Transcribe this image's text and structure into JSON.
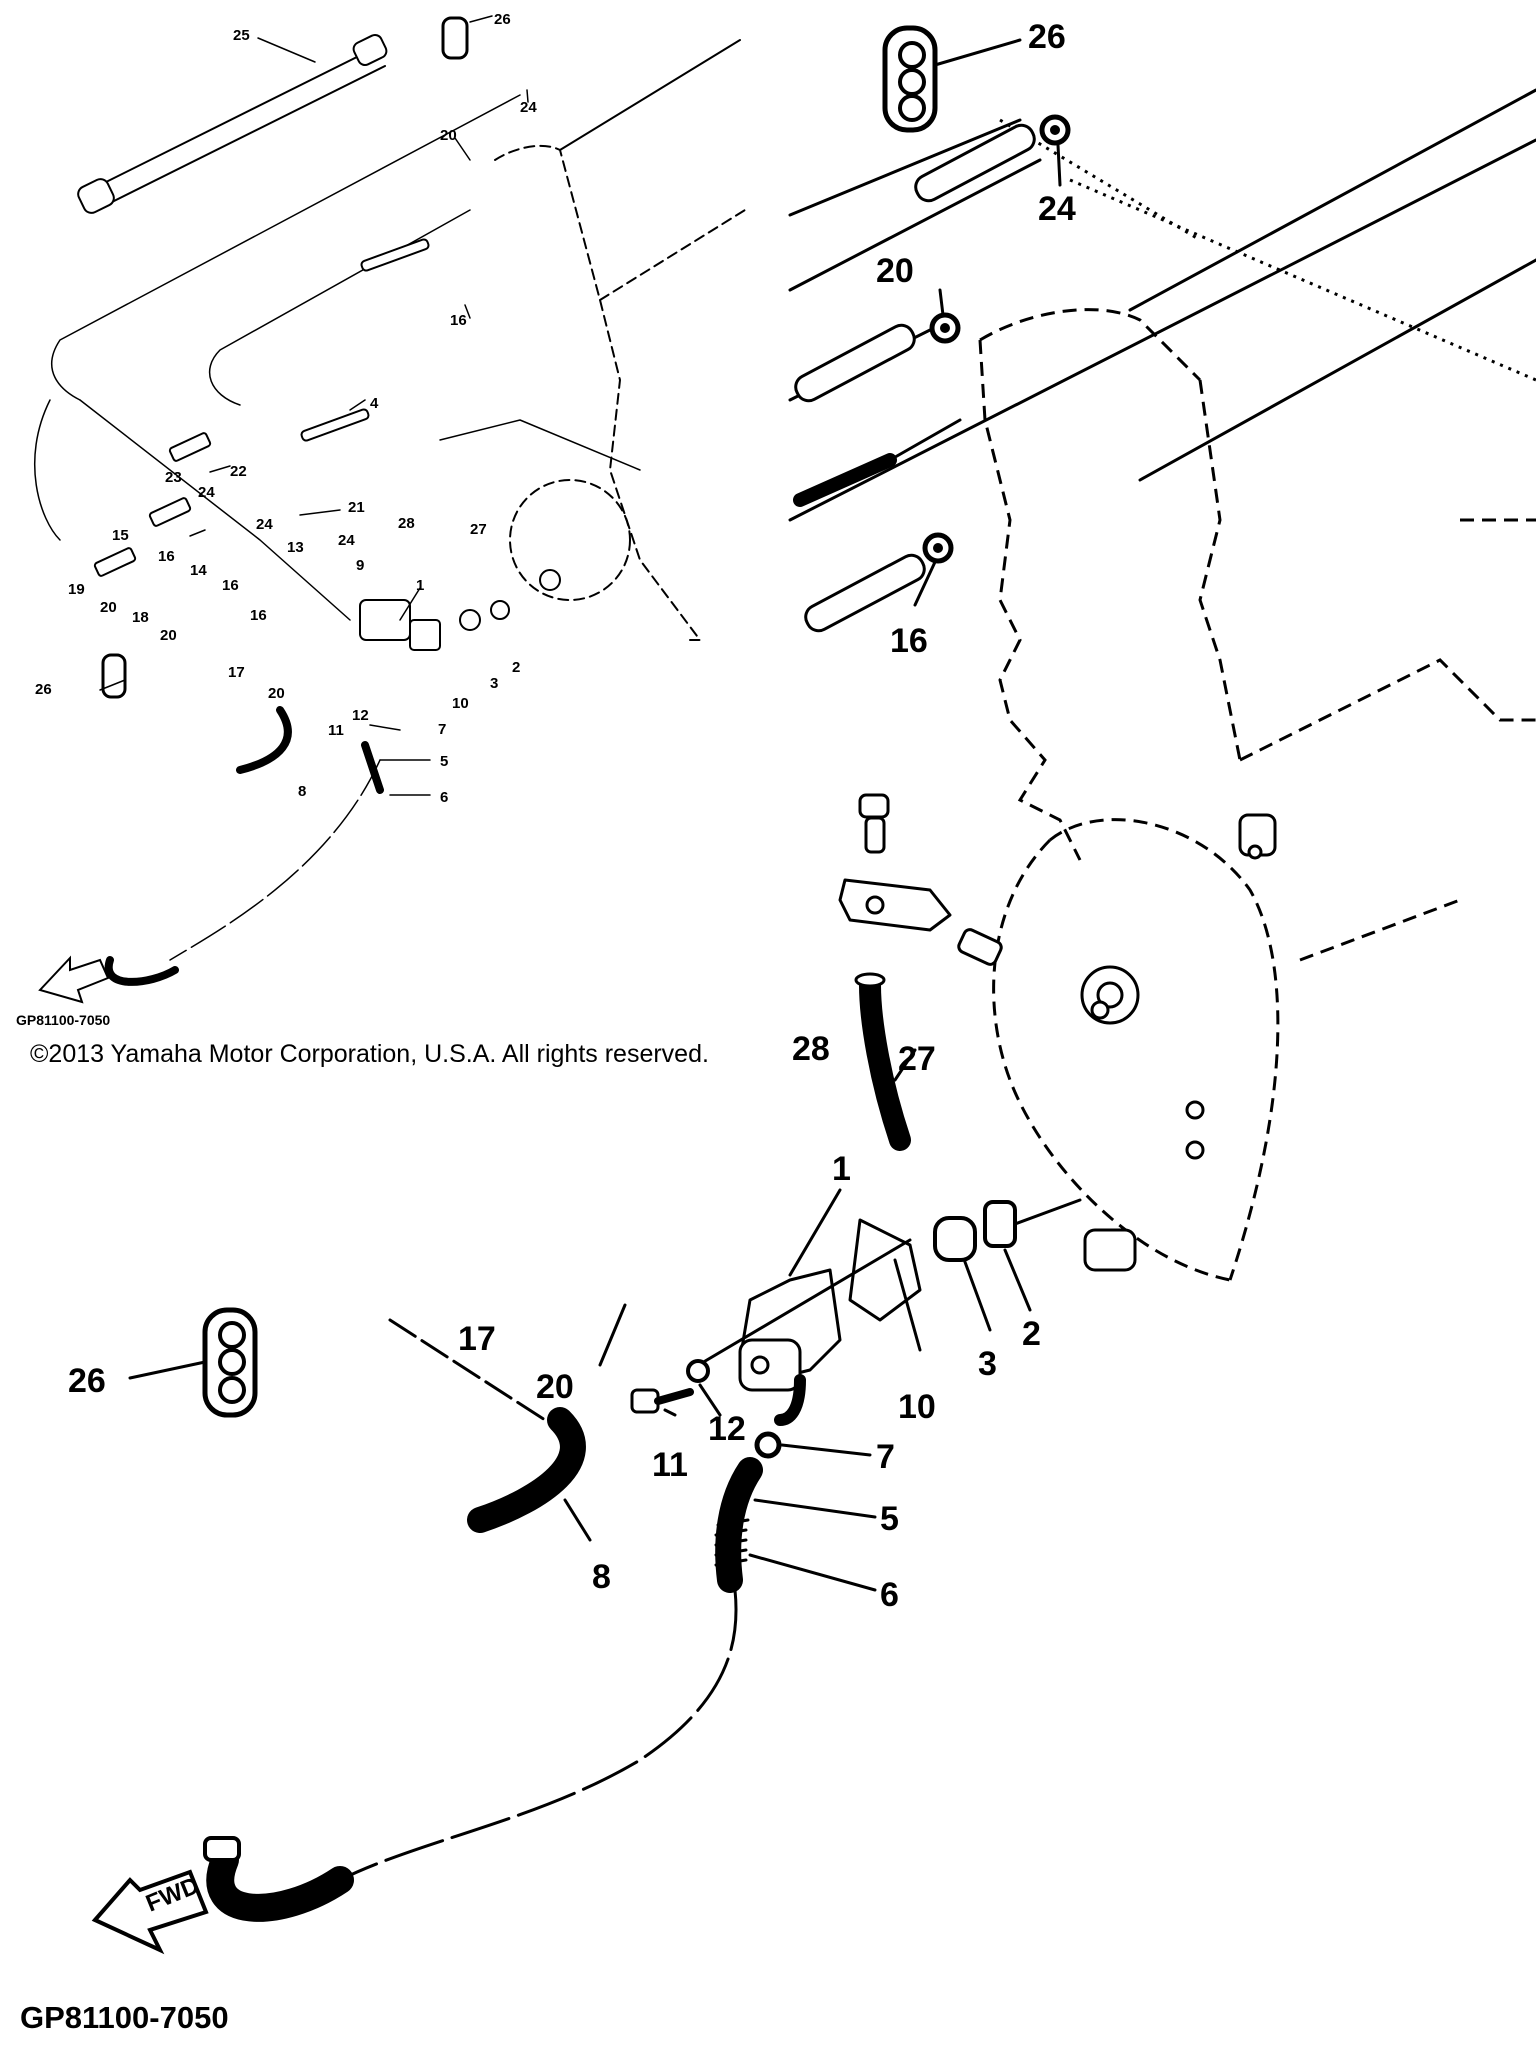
{
  "diagram": {
    "callouts_overview": [
      {
        "id": "c25",
        "text": "25"
      },
      {
        "id": "c26a",
        "text": "26"
      },
      {
        "id": "c24a",
        "text": "24"
      },
      {
        "id": "c20a",
        "text": "20"
      },
      {
        "id": "c16a",
        "text": "16"
      },
      {
        "id": "c4",
        "text": "4"
      },
      {
        "id": "c23",
        "text": "23"
      },
      {
        "id": "c24b",
        "text": "24"
      },
      {
        "id": "c22",
        "text": "22"
      },
      {
        "id": "c24c",
        "text": "24"
      },
      {
        "id": "c21",
        "text": "21"
      },
      {
        "id": "c15",
        "text": "15"
      },
      {
        "id": "c16b",
        "text": "16"
      },
      {
        "id": "c14",
        "text": "14"
      },
      {
        "id": "c16c",
        "text": "16"
      },
      {
        "id": "c13",
        "text": "13"
      },
      {
        "id": "c24d",
        "text": "24"
      },
      {
        "id": "c9",
        "text": "9"
      },
      {
        "id": "c19",
        "text": "19"
      },
      {
        "id": "c20b",
        "text": "20"
      },
      {
        "id": "c18",
        "text": "18"
      },
      {
        "id": "c20c",
        "text": "20"
      },
      {
        "id": "c16d",
        "text": "16"
      },
      {
        "id": "c28",
        "text": "28"
      },
      {
        "id": "c27",
        "text": "27"
      },
      {
        "id": "c1",
        "text": "1"
      },
      {
        "id": "c17",
        "text": "17"
      },
      {
        "id": "c26b",
        "text": "26"
      },
      {
        "id": "c20d",
        "text": "20"
      },
      {
        "id": "c10",
        "text": "10"
      },
      {
        "id": "c3",
        "text": "3"
      },
      {
        "id": "c2",
        "text": "2"
      },
      {
        "id": "c11",
        "text": "11"
      },
      {
        "id": "c12",
        "text": "12"
      },
      {
        "id": "c7",
        "text": "7"
      },
      {
        "id": "c5",
        "text": "5"
      },
      {
        "id": "c6",
        "text": "6"
      },
      {
        "id": "c8",
        "text": "8"
      }
    ],
    "callouts_detail": [
      {
        "id": "d26a",
        "text": "26"
      },
      {
        "id": "d24",
        "text": "24"
      },
      {
        "id": "d20a",
        "text": "20"
      },
      {
        "id": "d16",
        "text": "16"
      },
      {
        "id": "d28",
        "text": "28"
      },
      {
        "id": "d27",
        "text": "27"
      },
      {
        "id": "d1",
        "text": "1"
      },
      {
        "id": "d2",
        "text": "2"
      },
      {
        "id": "d3",
        "text": "3"
      },
      {
        "id": "d10",
        "text": "10"
      },
      {
        "id": "d17",
        "text": "17"
      },
      {
        "id": "d20b",
        "text": "20"
      },
      {
        "id": "d26b",
        "text": "26"
      },
      {
        "id": "d11",
        "text": "11"
      },
      {
        "id": "d12",
        "text": "12"
      },
      {
        "id": "d7",
        "text": "7"
      },
      {
        "id": "d5",
        "text": "5"
      },
      {
        "id": "d6",
        "text": "6"
      },
      {
        "id": "d8",
        "text": "8"
      }
    ],
    "fwd_label": "FWD",
    "part_number_small": "GP81100-7050",
    "part_number_large": "GP81100-7050",
    "copyright": "©2013 Yamaha Motor Corporation, U.S.A. All rights reserved."
  }
}
